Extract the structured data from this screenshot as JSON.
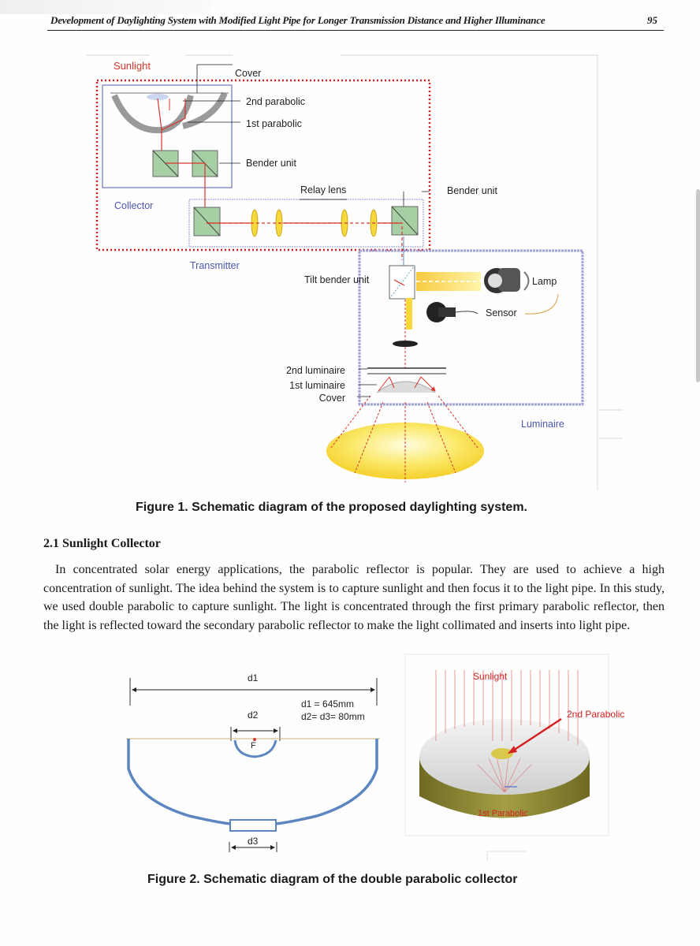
{
  "header": {
    "running_title": "Development of Daylighting System with Modified Light Pipe for Longer Transmission Distance and Higher Illuminance",
    "page_number": "95"
  },
  "figure1": {
    "labels": {
      "sunlight": "Sunlight",
      "cover_top": "Cover",
      "parabolic_2nd": "2nd parabolic",
      "parabolic_1st": "1st parabolic",
      "bender_unit_left": "Bender unit",
      "relay_lens": "Relay lens",
      "bender_unit_right": "Bender unit",
      "collector": "Collector",
      "transmitter": "Transmitter",
      "tilt_bender_unit": "Tilt bender unit",
      "lamp": "Lamp",
      "sensor": "Sensor",
      "luminaire_2nd": "2nd luminaire",
      "luminaire_1st": "1st luminaire",
      "cover_bottom": "Cover",
      "luminaire": "Luminaire"
    },
    "caption": "Figure 1. Schematic diagram of the proposed daylighting system."
  },
  "section": {
    "heading": "2.1 Sunlight  Collector",
    "paragraph": "In concentrated solar energy applications, the parabolic reflector is popular. They are used to achieve a high concentration of sunlight. The idea behind the system is to capture sunlight and then focus it to the light pipe. In this study, we used double parabolic to capture sunlight. The light is concentrated through the first primary parabolic reflector, then the light is reflected toward the secondary parabolic reflector to make the light collimated and inserts into light pipe."
  },
  "figure2": {
    "labels": {
      "d1": "d1",
      "d2": "d2",
      "d3": "d3",
      "focus": "F",
      "dims_1": "d1 = 645mm",
      "dims_2": "d2= d3= 80mm",
      "sunlight": "Sunlight",
      "parabolic_2nd": "2nd Parabolic",
      "parabolic_1st": "1st Parabolic"
    },
    "caption": "Figure 2. Schematic diagram of the double parabolic collector"
  },
  "colors": {
    "ray_red": "#d9342b",
    "collector_border": "#8a8fd0",
    "outer_dotted": "#d42020",
    "cylinder_olive": "#8a8434",
    "parabola_blue": "#5b86c0",
    "beam_yellow": "#f7d93a"
  }
}
